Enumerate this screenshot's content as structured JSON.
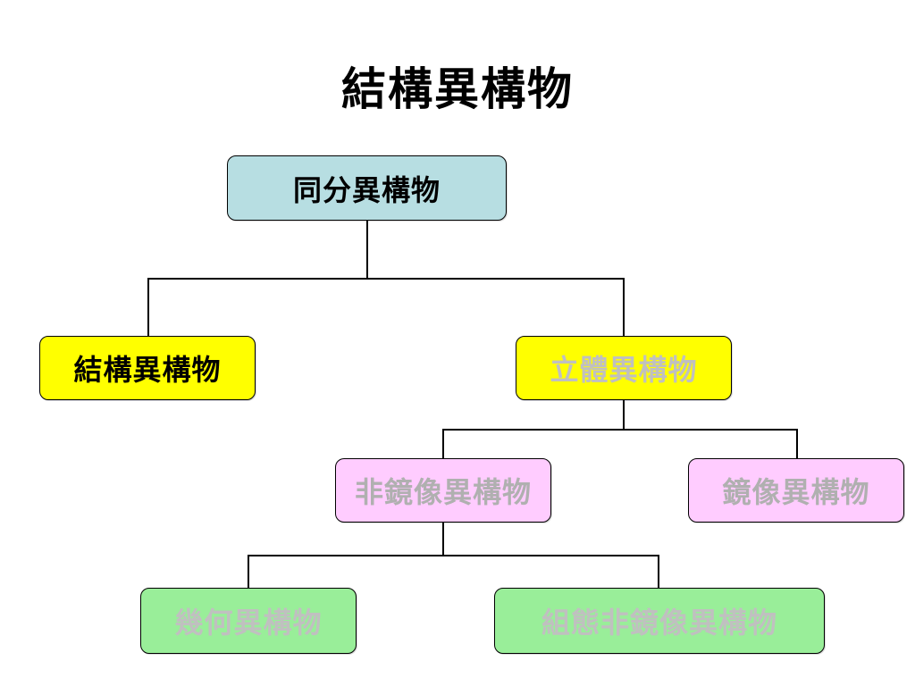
{
  "title": "結構異構物",
  "nodes": {
    "root": {
      "label": "同分異構物",
      "fill": "#B7DEE2",
      "text_color": "#000000"
    },
    "structural": {
      "label": "結構異構物",
      "fill": "#FFFF00",
      "text_color": "#000000"
    },
    "stereo": {
      "label": "立體異構物",
      "fill": "#FFFF00",
      "text_color": "#C0C0C0"
    },
    "diastereomer": {
      "label": "非鏡像異構物",
      "fill": "#FFCCFF",
      "text_color": "#B0B0B0"
    },
    "enantiomer": {
      "label": "鏡像異構物",
      "fill": "#FFCCFF",
      "text_color": "#B0B0B0"
    },
    "geometric": {
      "label": "幾何異構物",
      "fill": "#99EE99",
      "text_color": "#C0C0C0"
    },
    "conformational": {
      "label": "組態非鏡像異構物",
      "fill": "#99EE99",
      "text_color": "#C0C0C0"
    }
  }
}
